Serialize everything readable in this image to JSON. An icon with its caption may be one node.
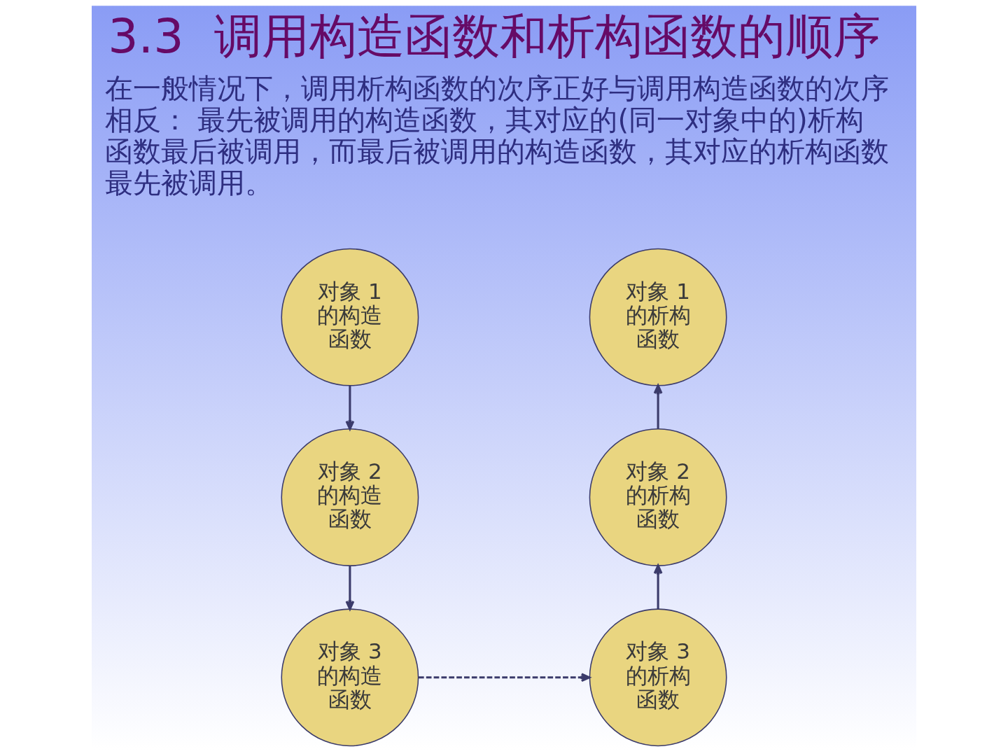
{
  "diagram": {
    "title": "3.3  调用构造函数和析构函数的顺序",
    "nodes": [
      {
        "text": [
          "对象 1的构造函数"
        ]
      },
      {
        "text": [
          "对象 1的析构函数"
        ]
      },
      {
        "text": [
          "对象 2的构造函数"
        ]
      },
      {
        "text": [
          "对象 2的析构函数"
        ]
      },
      {
        "text": [
          "对象 3的构造函数"
        ]
      },
      {
        "text": [
          "对象 3的析构函数"
        ]
      }
    ],
    "edges": [
      {
        "from": 0,
        "to": 2,
        "arrow": "to"
      },
      {
        "from": 2,
        "to": 4,
        "arrow": "to"
      },
      {
        "from": 4,
        "to": 5,
        "arrow": "to",
        "style": "dashed"
      },
      {
        "from": 5,
        "to": 3,
        "arrow": "to"
      },
      {
        "from": 3,
        "to": 1,
        "arrow": "to"
      }
    ],
    "labels": [
      "在一般情况下，调用析构函数的次序正好与调用构造函数的次序相反： 最先被调用的构造函数，其对应的(同一对象中的)析构函数最后被调用，而最后被调用的构造函数，其对应的析构函数最先被调用。"
    ]
  }
}
